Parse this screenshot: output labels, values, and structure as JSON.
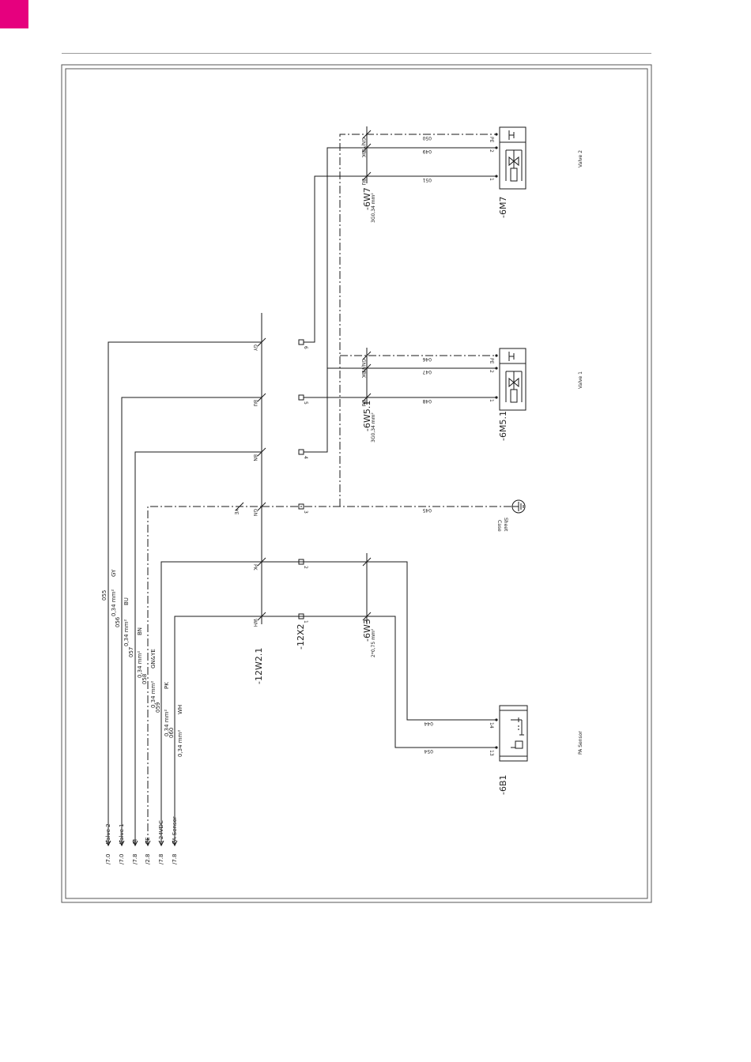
{
  "colors": {
    "accent": "#e6007e",
    "line": "#1a1a1a",
    "frame": "#555555"
  },
  "labels": {
    "w12": "-12W2.1",
    "x12": "-12X2",
    "w6w3": "-6W3",
    "w6w3_spec": "2*0,75 mm²",
    "w6w5": "-6W5.1",
    "w6w5_spec": "3G0,34 mm²",
    "w6w7": "-6W7",
    "w6w7_spec": "3G0,34 mm²",
    "m5": "-6M5.1",
    "m7": "-6M7",
    "b1": "-6B1",
    "valve1": "Valve 1",
    "valve2": "Valve 2",
    "pasensor": "PA Sensor",
    "case": "Case",
    "sheet": "Sheet"
  },
  "signals": [
    {
      "ref": "/7.0",
      "name": "Valve 2",
      "wire": "055",
      "cs": "0,34 mm²",
      "color": "GY"
    },
    {
      "ref": "/7.0",
      "name": "Valve 1",
      "wire": "056",
      "cs": "0,34 mm²",
      "color": "BU"
    },
    {
      "ref": "/7.8",
      "name": "M",
      "wire": "057",
      "cs": "0,34 mm²",
      "color": "BN"
    },
    {
      "ref": "/2.8",
      "name": "PE",
      "wire": "058",
      "cs": "0,34 mm²",
      "color": "GN&YE"
    },
    {
      "ref": "/7.8",
      "name": "+24VDC",
      "wire": "059",
      "cs": "0,34 mm²",
      "color": "PK"
    },
    {
      "ref": "/7.8",
      "name": "PA Sensor",
      "wire": "060",
      "cs": "0,34 mm²",
      "color": "WH"
    }
  ],
  "terminals": {
    "x12": [
      "1",
      "2",
      "3",
      "4",
      "5",
      "6"
    ],
    "w12_cores": [
      "WH",
      "PK",
      "GN",
      "BN",
      "BU",
      "GY"
    ],
    "w12_ye": "YE"
  },
  "wires": {
    "w044": "044",
    "w054": "054",
    "w045": "045",
    "w046": "046",
    "w047": "047",
    "w048": "048",
    "w049": "049",
    "w050": "050",
    "w051": "051"
  },
  "cable_cores": {
    "bu": "BU",
    "bk": "BK",
    "gnye": "GN/YE"
  },
  "pins": {
    "pe": "PE",
    "p1": "1",
    "p2": "2",
    "s14": "14",
    "s13": "13"
  }
}
